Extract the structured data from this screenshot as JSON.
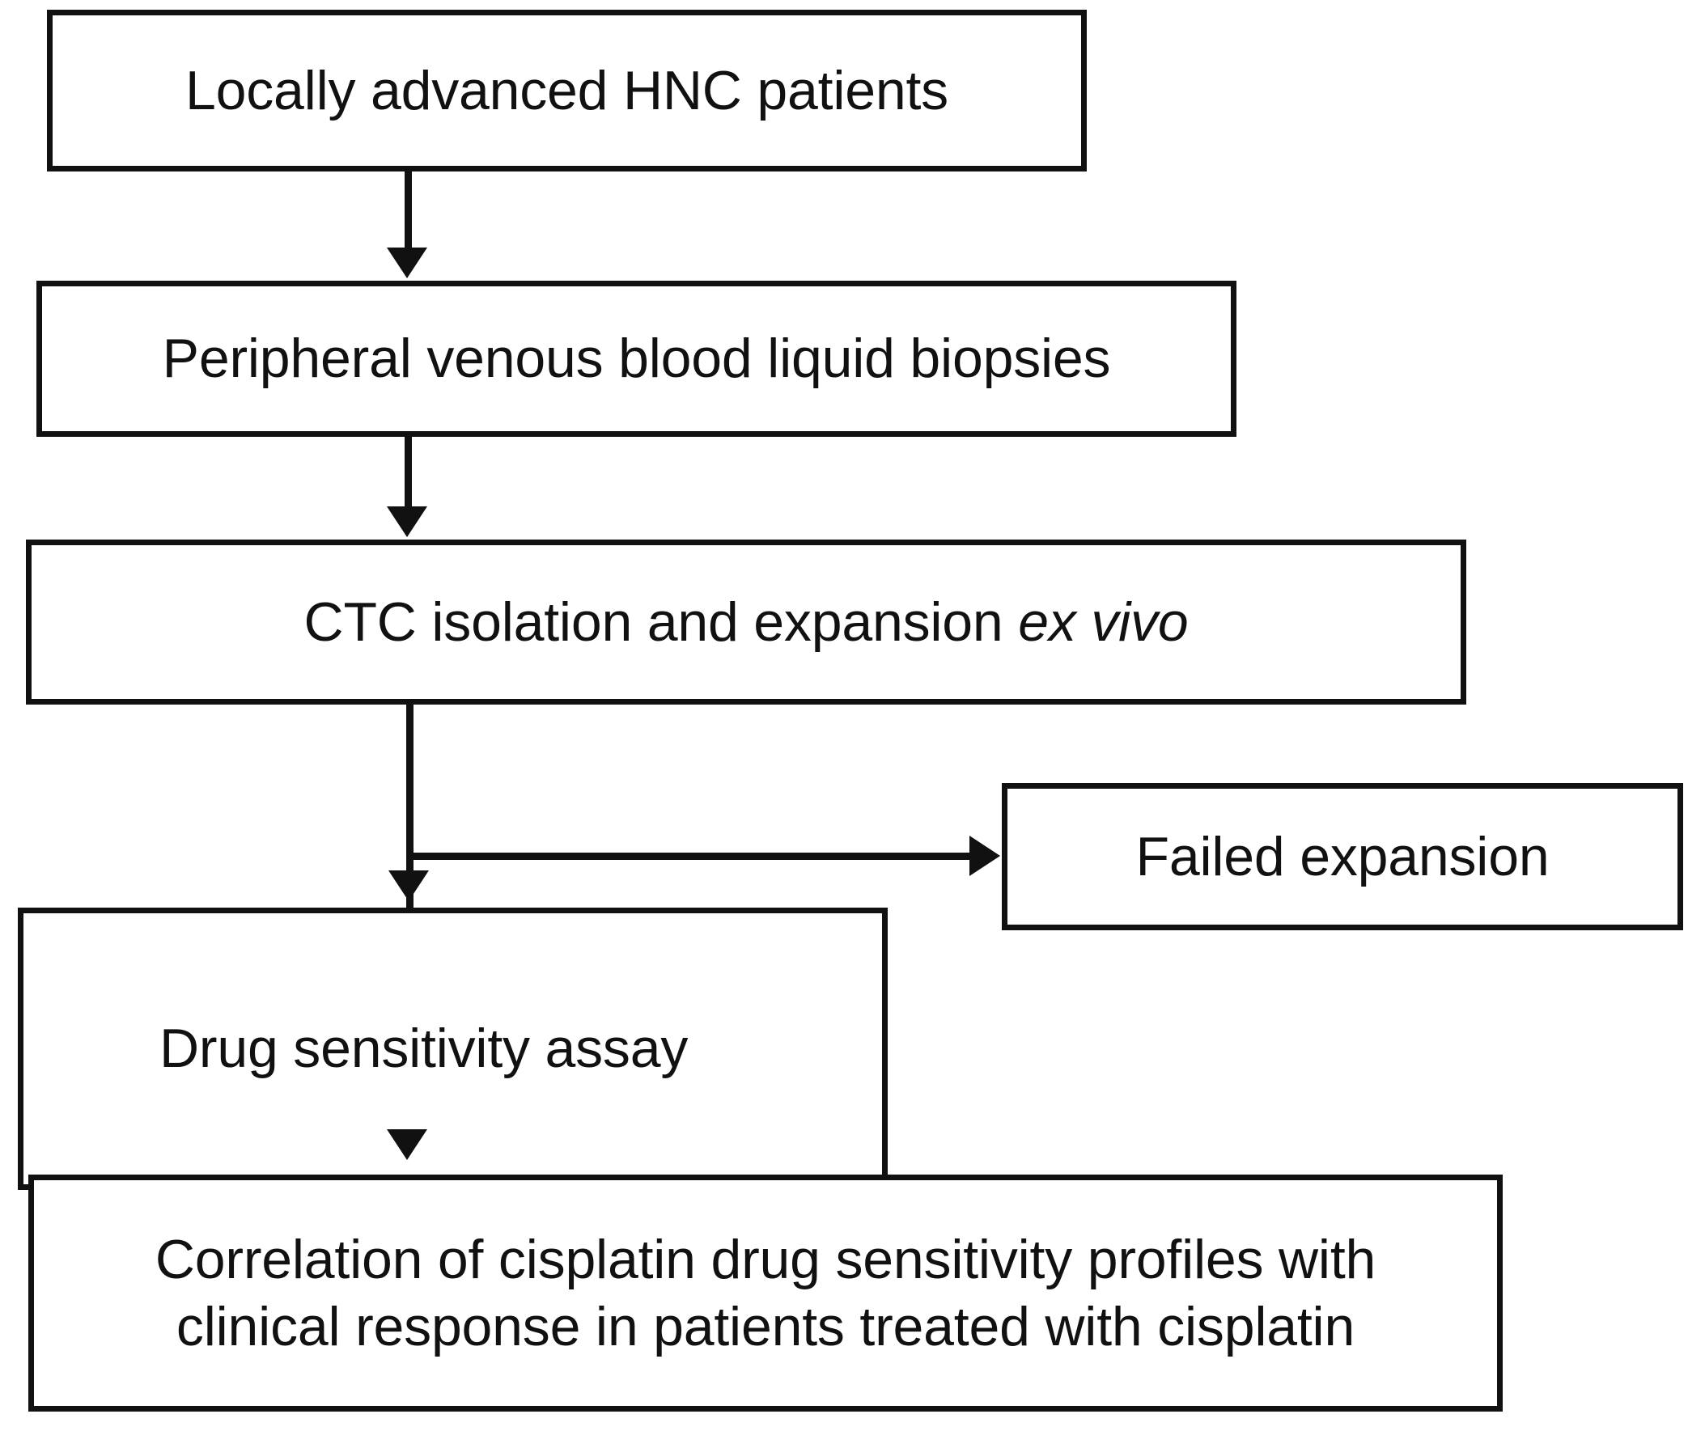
{
  "diagram": {
    "title": "CTC liquid biopsy drug sensitivity workflow",
    "type": "flowchart",
    "orientation": "top-to-bottom",
    "background_color": "#ffffff",
    "line_color": "#111111",
    "text_color": "#111111",
    "nodes": [
      {
        "id": "patients",
        "label": "Locally advanced HNC patients",
        "shape": "rectangle"
      },
      {
        "id": "biopsies",
        "label": "Peripheral venous blood liquid biopsies",
        "shape": "rectangle"
      },
      {
        "id": "ctc",
        "label_plain": "CTC isolation and expansion ex vivo",
        "label_prefix": "CTC isolation and expansion ",
        "label_italic": "ex vivo",
        "shape": "rectangle"
      },
      {
        "id": "failed",
        "label": "Failed expansion",
        "shape": "rectangle"
      },
      {
        "id": "assay",
        "label": "Drug sensitivity assay",
        "shape": "rectangle"
      },
      {
        "id": "correlation",
        "label": "Correlation of cisplatin drug sensitivity profiles with clinical response in patients treated with cisplatin",
        "line1": "Correlation of cisplatin drug sensitivity profiles with",
        "line2": "clinical response in patients treated with cisplatin",
        "shape": "rectangle"
      }
    ],
    "edges": [
      {
        "id": "e1",
        "from": "patients",
        "to": "biopsies",
        "style": "solid-arrow",
        "direction": "down"
      },
      {
        "id": "e2",
        "from": "biopsies",
        "to": "ctc",
        "style": "solid-arrow",
        "direction": "down"
      },
      {
        "id": "e3",
        "from": "ctc",
        "to": "assay",
        "style": "solid-arrow",
        "direction": "down"
      },
      {
        "id": "e4",
        "from": "ctc",
        "to": "failed",
        "style": "solid-arrow",
        "direction": "right"
      },
      {
        "id": "e5",
        "from": "assay",
        "to": "correlation",
        "style": "solid-arrow",
        "direction": "down"
      }
    ]
  }
}
